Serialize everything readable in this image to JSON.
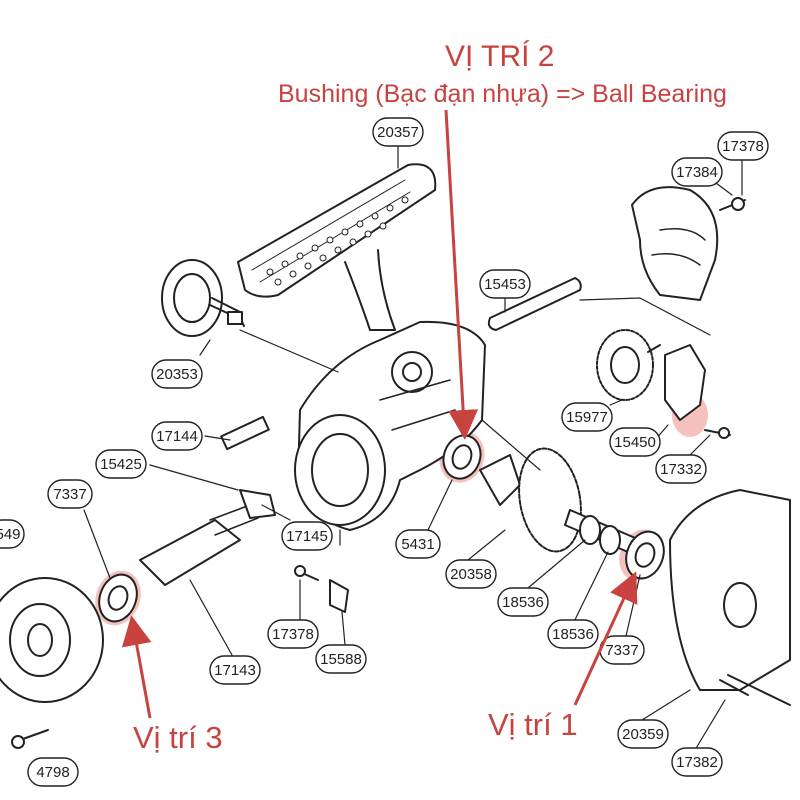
{
  "annotations": {
    "position_2_title": "VỊ TRÍ 2",
    "position_2_note": "Bushing (Bạc đạn nhựa) => Ball Bearing",
    "position_1": "Vị trí 1",
    "position_3": "Vị trí 3"
  },
  "part_labels": {
    "p20357": "20357",
    "p17378a": "17378",
    "p17384": "17384",
    "p15453": "15453",
    "p20353": "20353",
    "p15977": "15977",
    "p15450": "15450",
    "p17332": "17332",
    "p17144": "17144",
    "p15425": "15425",
    "p7337a": "7337",
    "p549": "549",
    "p17145": "17145",
    "p5431": "5431",
    "p20358": "20358",
    "p18536a": "18536",
    "p18536b": "18536",
    "p7337b": "7337",
    "p17378b": "17378",
    "p15588": "15588",
    "p17143": "17143",
    "p20359": "20359",
    "p17382": "17382",
    "p4798": "4798"
  },
  "colors": {
    "annotation_red": "#c8433f",
    "highlight_pink": "#f3b6b2",
    "line_art": "#222222"
  }
}
